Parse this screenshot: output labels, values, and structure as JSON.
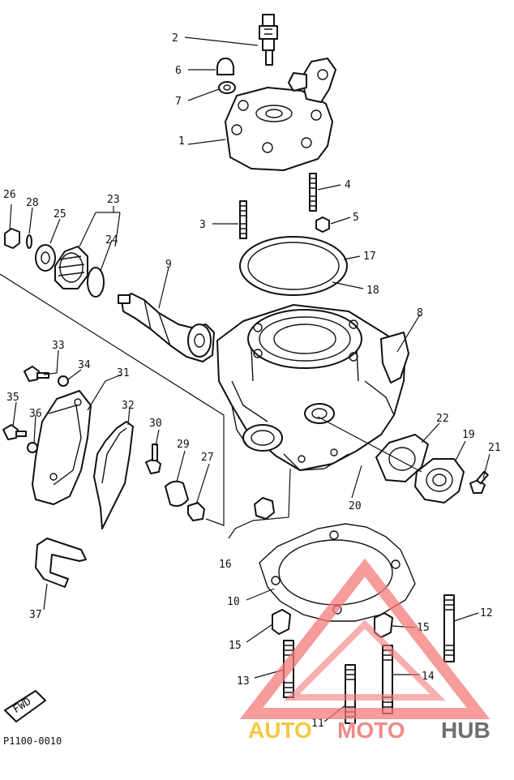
{
  "diagram": {
    "caption": "P1100-0010",
    "fwd_label": "FWD",
    "callouts": [
      "1",
      "2",
      "3",
      "4",
      "5",
      "6",
      "7",
      "8",
      "9",
      "10",
      "11",
      "12",
      "13",
      "14",
      "15",
      "15",
      "16",
      "17",
      "18",
      "19",
      "20",
      "21",
      "22",
      "23",
      "24",
      "25",
      "26",
      "27",
      "28",
      "29",
      "30",
      "31",
      "32",
      "33",
      "34",
      "35",
      "36",
      "37"
    ]
  },
  "watermark": {
    "part1": "AUTO",
    "part2": "MOTO",
    "part3": "HUB",
    "colors": {
      "auto": "#f5c842",
      "moto": "#f08a8a",
      "hub": "#6e6e6e",
      "triangle": "#f47a7a"
    }
  }
}
